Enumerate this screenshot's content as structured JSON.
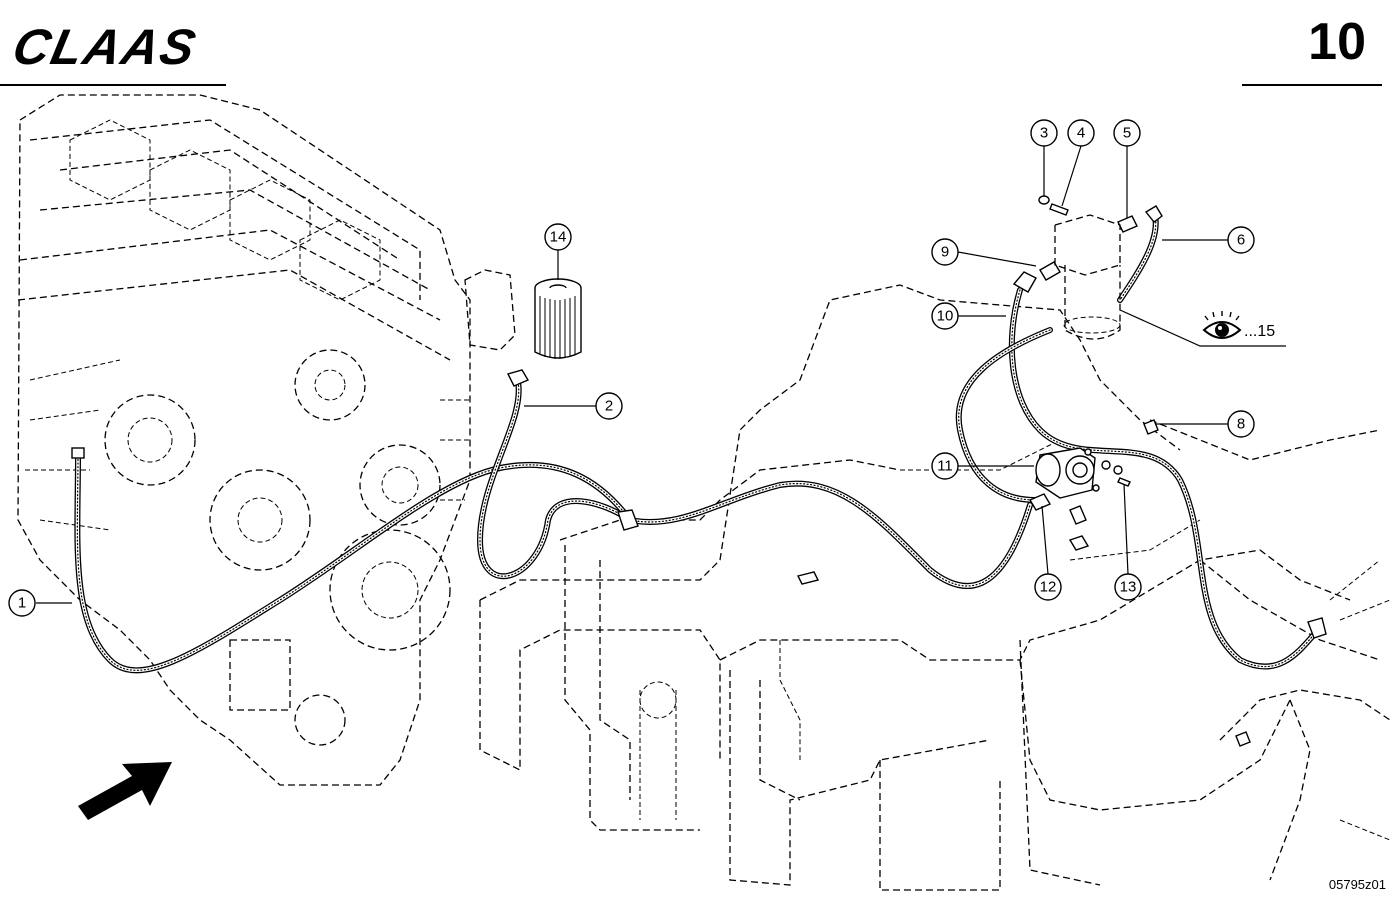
{
  "header": {
    "logo": "CLAAS",
    "page_number": "10"
  },
  "drawing_id": "05795z01",
  "see_reference": {
    "icon": "eye-icon",
    "text": "...15"
  },
  "callouts": [
    "1",
    "2",
    "3",
    "4",
    "5",
    "6",
    "8",
    "9",
    "10",
    "11",
    "12",
    "13",
    "14"
  ]
}
